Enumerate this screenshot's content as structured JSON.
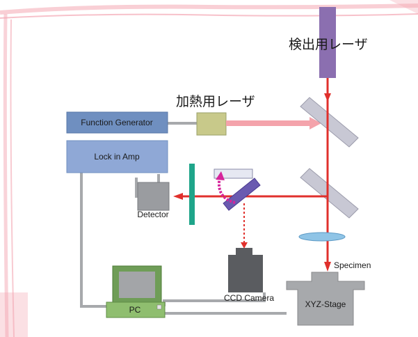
{
  "labels": {
    "detection_laser": "検出用レーザ",
    "heating_laser": "加熱用レーザ",
    "function_generator": "Function Generator",
    "lock_in_amp": "Lock in Amp",
    "detector": "Detector",
    "ccd_camera": "CCD Camera",
    "pc": "PC",
    "xyz_stage": "XYZ-Stage",
    "specimen": "Specimen"
  },
  "colors": {
    "frame_accent": "#f4a7b3",
    "box_blue": "#8fa8d6",
    "function_generator": "#6f8fc0",
    "heating_laser": "#c8c98a",
    "detection_laser": "#8b6fb0",
    "laser_beam": "#e0302c",
    "heating_beam": "#f4a3ab",
    "mirror": "#c8c8d4",
    "dichroic": "#6a5ab0",
    "detector": "#9a9ca0",
    "filter": "#1fa58a",
    "lens": "#8fc4e6",
    "ccd_camera": "#5a5c60",
    "stage": "#a7a9ac",
    "pc_case": "#6f9d57",
    "pc_screen": "#a3a5a8",
    "wire": "#a7a9ac",
    "arrow_magenta": "#d6249b",
    "dotted_arrow": "#e0302c"
  }
}
